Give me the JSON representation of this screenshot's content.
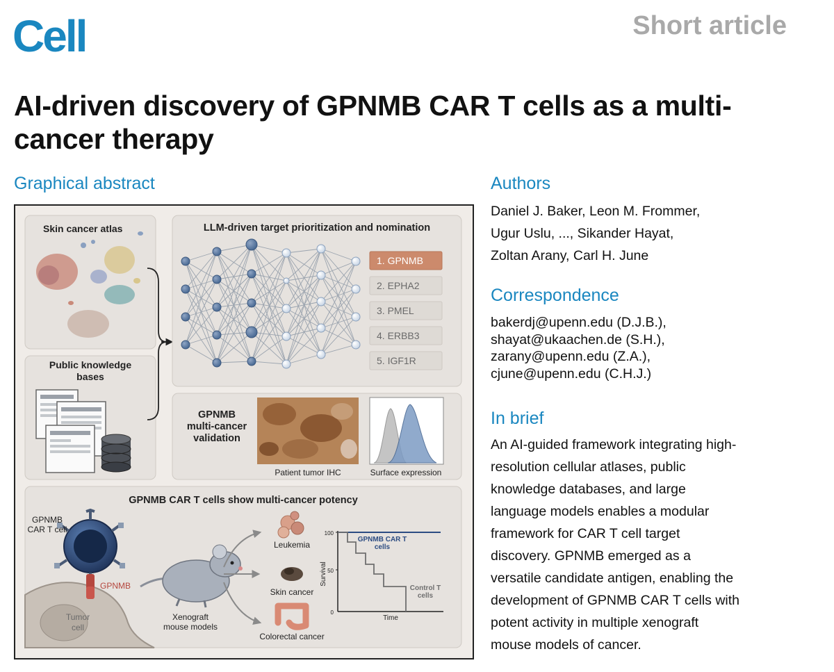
{
  "journal": "Cell",
  "article_type": "Short article",
  "title": "AI-driven discovery of GPNMB CAR T cells as a multi-cancer therapy",
  "graphical_abstract": {
    "heading": "Graphical abstract",
    "atlas_label": "Skin cancer atlas",
    "knowledge_label_1": "Public knowledge",
    "knowledge_label_2": "bases",
    "llm_title": "LLM-driven target prioritization and nomination",
    "targets": [
      "1.  GPNMB",
      "2.  EPHA2",
      "3.  PMEL",
      "4.  ERBB3",
      "5.  IGF1R"
    ],
    "validation_label_1": "GPNMB",
    "validation_label_2": "multi-cancer",
    "validation_label_3": "validation",
    "ihc_caption": "Patient tumor IHC",
    "surface_caption": "Surface expression",
    "potency_title": "GPNMB CAR T cells show multi-cancer potency",
    "car_t_label_1": "GPNMB",
    "car_t_label_2": "CAR T cell",
    "gpnmb_label": "GPNMB",
    "tumor_label_1": "Tumor",
    "tumor_label_2": "cell",
    "mouse_label_1": "Xenograft",
    "mouse_label_2": "mouse models",
    "cancers": [
      "Leukemia",
      "Skin cancer",
      "Colorectal cancer"
    ],
    "survival_chart": {
      "y_ticks": [
        "100",
        "50",
        "0"
      ],
      "y_label": "Survival",
      "x_label": "Time",
      "car_t_label_1": "GPNMB CAR T",
      "car_t_label_2": "cells",
      "control_label_1": "Control T",
      "control_label_2": "cells",
      "car_t_color": "#2c4c82",
      "control_color": "#6f6f6f"
    },
    "colors": {
      "accent": "#1a87c0",
      "gpnmb_highlight": "#cc8a6c",
      "panel_bg": "#e6e2de",
      "frame_bg": "#f0ece8"
    }
  },
  "authors": {
    "heading": "Authors",
    "line1": "Daniel J. Baker, Leon M. Frommer,",
    "line2": "Ugur Uslu, ..., Sikander Hayat,",
    "line3": "Zoltan Arany, Carl H. June"
  },
  "correspondence": {
    "heading": "Correspondence",
    "emails": [
      "bakerdj@upenn.edu (D.J.B.),",
      "shayat@ukaachen.de (S.H.),",
      "zarany@upenn.edu (Z.A.),",
      "cjune@upenn.edu (C.H.J.)"
    ]
  },
  "in_brief": {
    "heading": "In brief",
    "lines": [
      "An AI-guided framework integrating high-",
      "resolution cellular atlases, public",
      "knowledge databases, and large",
      "language models enables a modular",
      "framework for CAR T cell target",
      "discovery. GPNMB emerged as a",
      "versatile candidate antigen, enabling the",
      "development of GPNMB CAR T cells with",
      "potent activity in multiple xenograft",
      "mouse models of cancer."
    ]
  }
}
